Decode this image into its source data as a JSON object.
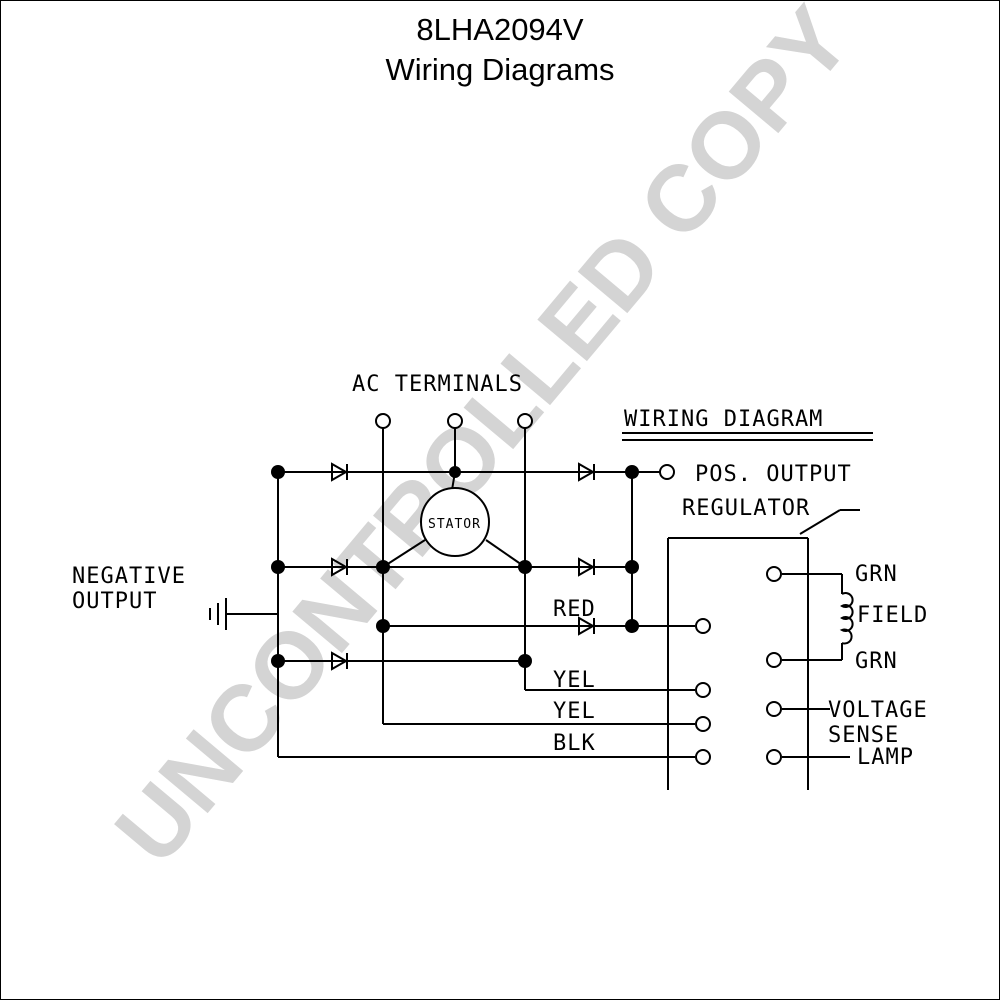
{
  "header": {
    "part_number": "8LHA2094V",
    "subtitle": "Wiring Diagrams"
  },
  "watermark": {
    "text": "UNCONTROLLED COPY",
    "color": "#d4d4d4"
  },
  "labels": {
    "ac_terminals": "AC TERMINALS",
    "wiring_diagram": "WIRING DIAGRAM",
    "pos_output": "POS. OUTPUT",
    "regulator": "REGULATOR",
    "negative": "NEGATIVE",
    "output": "OUTPUT",
    "stator": "STATOR",
    "red": "RED",
    "yel1": "YEL",
    "yel2": "YEL",
    "blk": "BLK",
    "grn_top": "GRN",
    "field": "FIELD",
    "grn_bottom": "GRN",
    "voltage": "VOLTAGE",
    "sense": "SENSE",
    "lamp": "LAMP"
  }
}
